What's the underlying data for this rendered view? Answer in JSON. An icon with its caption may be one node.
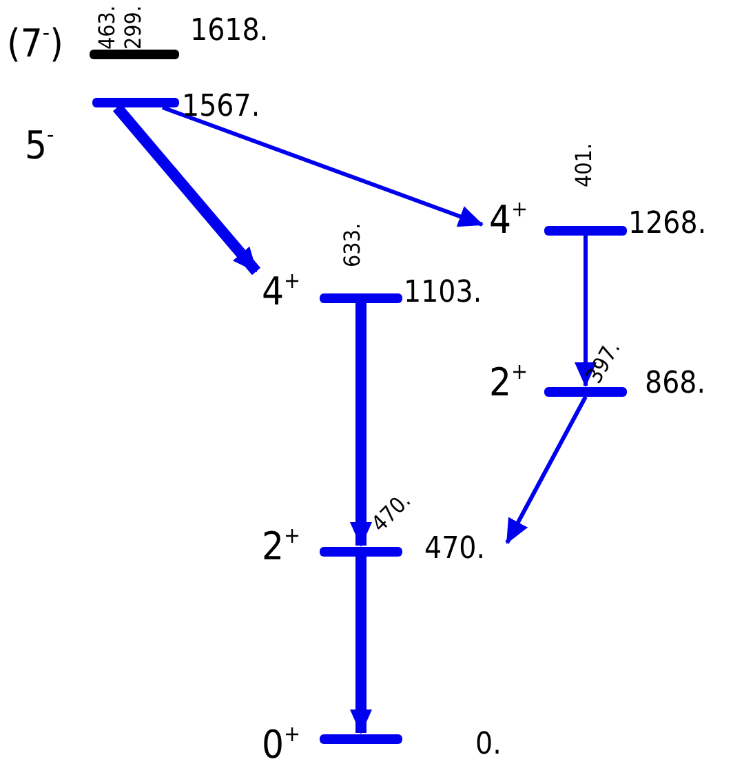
{
  "diagram": {
    "nodes": [
      {
        "text": [
          "(7$^{-}$)",
          "1618."
        ]
      },
      {
        "text": [
          "5$^{-}$",
          "1567."
        ]
      },
      {
        "text": [
          "4$^{+}$",
          "1268."
        ]
      },
      {
        "text": [
          "4$^{+}$",
          "1103."
        ]
      },
      {
        "text": [
          "2$^{+}$",
          "868."
        ]
      },
      {
        "text": [
          "2$^{+}$",
          "470."
        ]
      },
      {
        "text": [
          "0$^{+}$",
          "0."
        ]
      }
    ],
    "edges": [
      {
        "from": 1,
        "to": 3,
        "arrow": "to",
        "label": "463.",
        "style": "thick"
      },
      {
        "from": 1,
        "to": 2,
        "arrow": "to",
        "label": "299."
      },
      {
        "from": 2,
        "to": 4,
        "arrow": "to",
        "label": "401."
      },
      {
        "from": 3,
        "to": 5,
        "arrow": "to",
        "label": "633.",
        "style": "thick"
      },
      {
        "from": 4,
        "to": 5,
        "arrow": "to",
        "label": "397."
      },
      {
        "from": 5,
        "to": 6,
        "arrow": "to",
        "label": "470.",
        "style": "thick"
      }
    ]
  }
}
